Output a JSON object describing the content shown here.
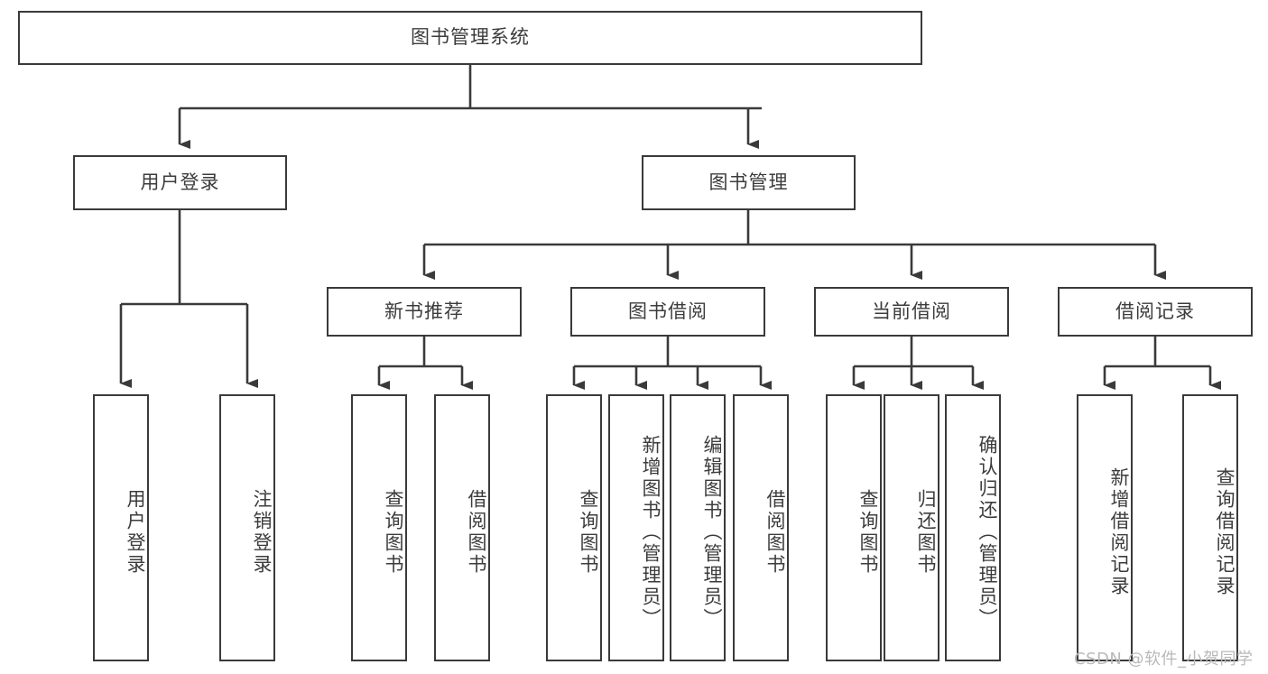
{
  "diagram": {
    "type": "tree-hierarchy-chart",
    "title": "图书管理系统",
    "orientation": "top-down",
    "colors": {
      "box_border": "#3a3a3a",
      "box_fill": "#ffffff",
      "text": "#3c3c3c",
      "connector": "#3a3a3a",
      "watermark": "#b9b9b9"
    },
    "root": {
      "label": "图书管理系统"
    },
    "level2": [
      {
        "id": "user-login",
        "label": "用户登录"
      },
      {
        "id": "book-management",
        "label": "图书管理"
      }
    ],
    "level3": [
      {
        "id": "new-book-recommend",
        "label": "新书推荐"
      },
      {
        "id": "book-borrow",
        "label": "图书借阅"
      },
      {
        "id": "current-borrow",
        "label": "当前借阅"
      },
      {
        "id": "borrow-record",
        "label": "借阅记录"
      }
    ],
    "leaves": {
      "user_login": [
        {
          "id": "leaf-user-login",
          "label": "用户登录"
        },
        {
          "id": "leaf-logout-login",
          "label": "注销登录"
        }
      ],
      "new_book_recommend": [
        {
          "id": "leaf-query-book-1",
          "label": "查询图书"
        },
        {
          "id": "leaf-borrow-book-1",
          "label": "借阅图书"
        }
      ],
      "book_borrow": [
        {
          "id": "leaf-query-book-2",
          "label": "查询图书"
        },
        {
          "id": "leaf-add-book",
          "label": "新增图书（管理员）"
        },
        {
          "id": "leaf-edit-book",
          "label": "编辑图书（管理员）"
        },
        {
          "id": "leaf-borrow-book-2",
          "label": "借阅图书"
        }
      ],
      "current_borrow": [
        {
          "id": "leaf-query-book-3",
          "label": "查询图书"
        },
        {
          "id": "leaf-return-book",
          "label": "归还图书"
        },
        {
          "id": "leaf-confirm-return",
          "label": "确认归还（管理员）"
        }
      ],
      "borrow_record": [
        {
          "id": "leaf-add-record",
          "label": "新增借阅记录"
        },
        {
          "id": "leaf-query-record",
          "label": "查询借阅记录"
        }
      ]
    },
    "watermark": "CSDN @软件_小贺同学"
  }
}
